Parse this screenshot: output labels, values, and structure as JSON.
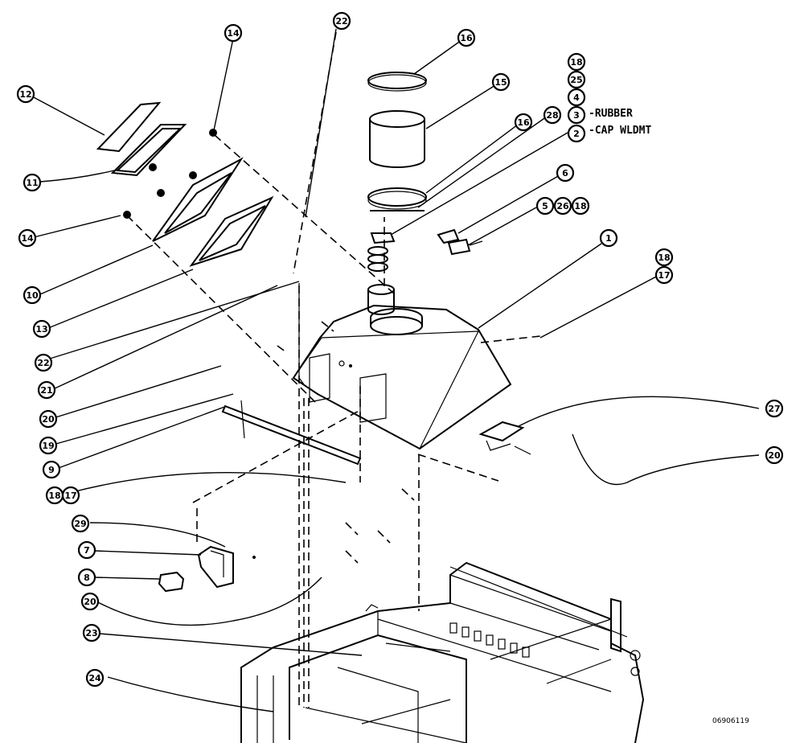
{
  "diagram": {
    "callouts": [
      {
        "id": "c-14a",
        "label": "14"
      },
      {
        "id": "c-22a",
        "label": "22"
      },
      {
        "id": "c-16a",
        "label": "16"
      },
      {
        "id": "c-15",
        "label": "15"
      },
      {
        "id": "c-12",
        "label": "12"
      },
      {
        "id": "c-11",
        "label": "11"
      },
      {
        "id": "c-16b",
        "label": "16"
      },
      {
        "id": "c-28a",
        "label": "28"
      },
      {
        "id": "c-2",
        "label": "2"
      },
      {
        "id": "c-3",
        "label": "3"
      },
      {
        "id": "c-4",
        "label": "4"
      },
      {
        "id": "c-25",
        "label": "25"
      },
      {
        "id": "c-18a",
        "label": "18"
      },
      {
        "id": "c-6",
        "label": "6"
      },
      {
        "id": "c-5",
        "label": "5"
      },
      {
        "id": "c-26",
        "label": "26"
      },
      {
        "id": "c-18b",
        "label": "18"
      },
      {
        "id": "c-14b",
        "label": "14"
      },
      {
        "id": "c-1",
        "label": "1"
      },
      {
        "id": "c-18c",
        "label": "18"
      },
      {
        "id": "c-17a",
        "label": "17"
      },
      {
        "id": "c-10",
        "label": "10"
      },
      {
        "id": "c-13",
        "label": "13"
      },
      {
        "id": "c-22b",
        "label": "22"
      },
      {
        "id": "c-21",
        "label": "21"
      },
      {
        "id": "c-20a",
        "label": "20"
      },
      {
        "id": "c-19",
        "label": "19"
      },
      {
        "id": "c-27",
        "label": "27"
      },
      {
        "id": "c-9",
        "label": "9"
      },
      {
        "id": "c-20b",
        "label": "20"
      },
      {
        "id": "c-18d",
        "label": "18"
      },
      {
        "id": "c-17b",
        "label": "17"
      },
      {
        "id": "c-29",
        "label": "29"
      },
      {
        "id": "c-7",
        "label": "7"
      },
      {
        "id": "c-8",
        "label": "8"
      },
      {
        "id": "c-20c",
        "label": "20"
      },
      {
        "id": "c-23",
        "label": "23"
      },
      {
        "id": "c-24",
        "label": "24"
      }
    ],
    "notes": {
      "rubber": "-RUBBER",
      "cap": "-CAP WLDMT"
    },
    "doc_number": "06906119"
  }
}
